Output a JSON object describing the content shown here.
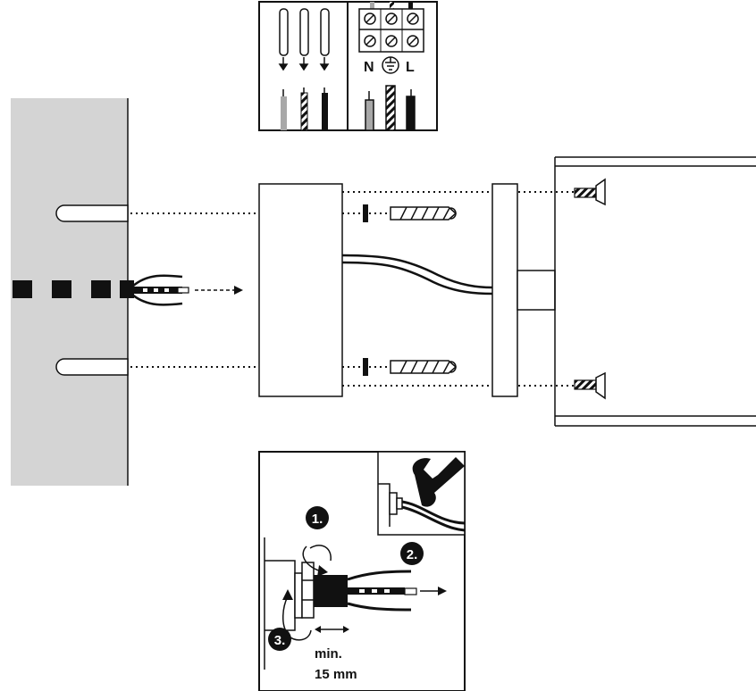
{
  "terminal_labels": {
    "neutral": "N",
    "live": "L"
  },
  "steps": {
    "step1": "1.",
    "step2": "2.",
    "step3": "3."
  },
  "strip_note": {
    "line1": "min.",
    "line2": "15 mm"
  },
  "colors": {
    "wall": "#d4d4d4",
    "ink": "#111111",
    "grey_wire": "#a8a8a8"
  }
}
